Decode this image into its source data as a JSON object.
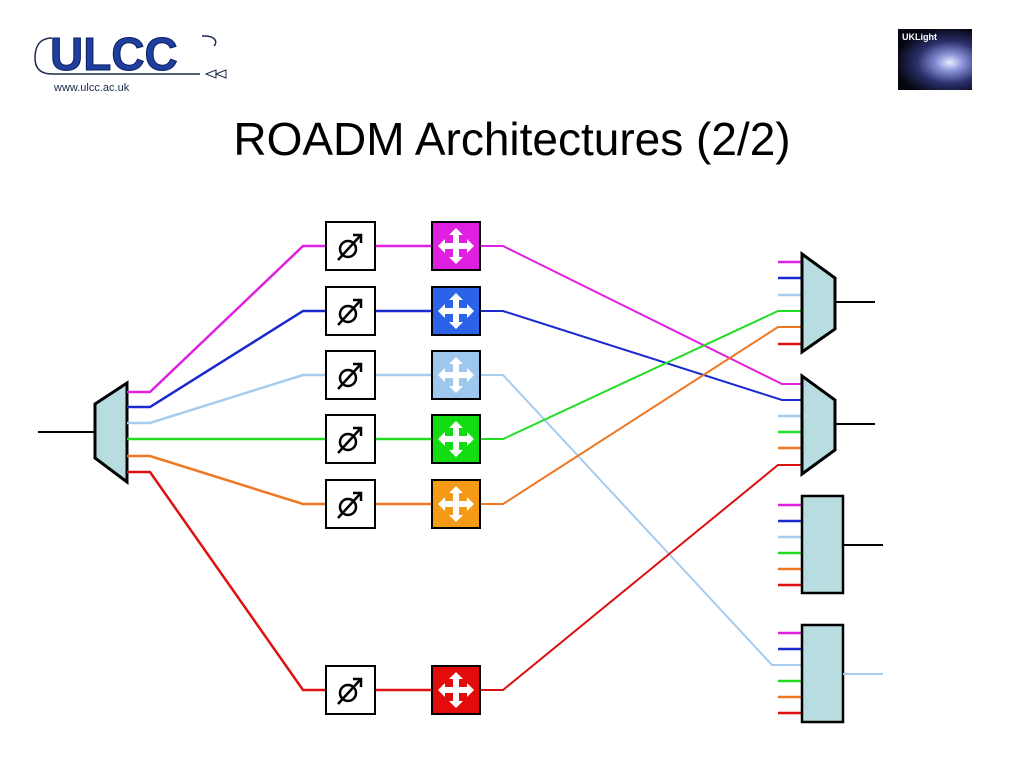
{
  "header": {
    "left_logo": {
      "name": "ULCC",
      "url": "www.ulcc.ac.uk"
    },
    "right_logo": {
      "name": "UKLight"
    }
  },
  "slide": {
    "title": "ROADM Architectures (2/2)"
  },
  "colors": {
    "magenta": "#e020e0",
    "blue": "#1a2ad0",
    "light_blue": "#a6ccee",
    "green": "#22dd22",
    "orange": "#ee7722",
    "red": "#dd1111",
    "mux_fill": "#b8dde0",
    "switch_magenta": "#e020e0",
    "switch_blue": "#2a62e8",
    "switch_light_blue": "#9ec7ee",
    "switch_green": "#11dd11",
    "switch_orange": "#f59a16",
    "switch_red": "#e20c0c"
  },
  "diagram": {
    "channels": [
      "magenta",
      "blue",
      "light_blue",
      "green",
      "orange",
      "red"
    ],
    "attenuator_icon": "null-set-arrow-icon",
    "switch_icon": "four-way-arrow-icon",
    "output_units": 4
  }
}
